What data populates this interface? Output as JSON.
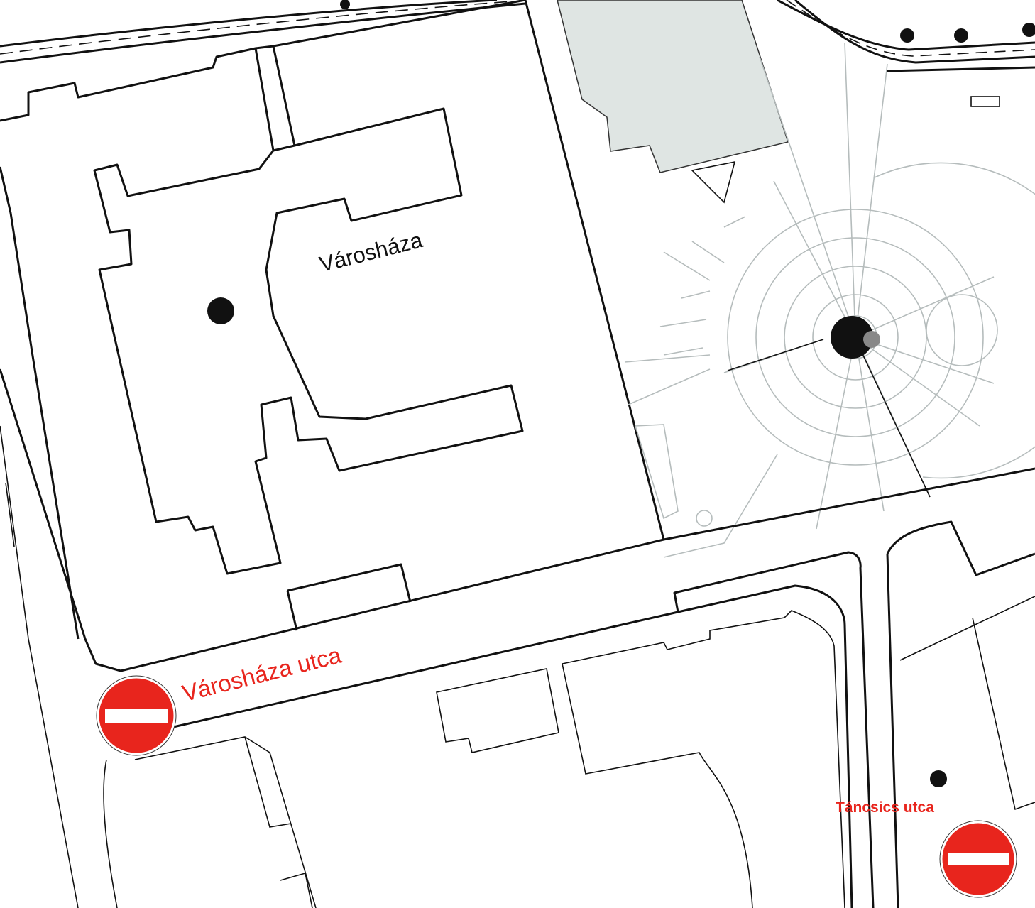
{
  "labels": {
    "building": "Városháza",
    "street_main": "Városháza utca",
    "street_side": "Táncsics utca"
  },
  "signs": [
    {
      "type": "no-entry",
      "street": "Városháza utca"
    },
    {
      "type": "no-entry",
      "street": "Táncsics utca"
    }
  ],
  "colors": {
    "sign_red": "#e8251d",
    "plaza_grey": "#b5bcbc",
    "building_fill": "#dfe5e3"
  }
}
